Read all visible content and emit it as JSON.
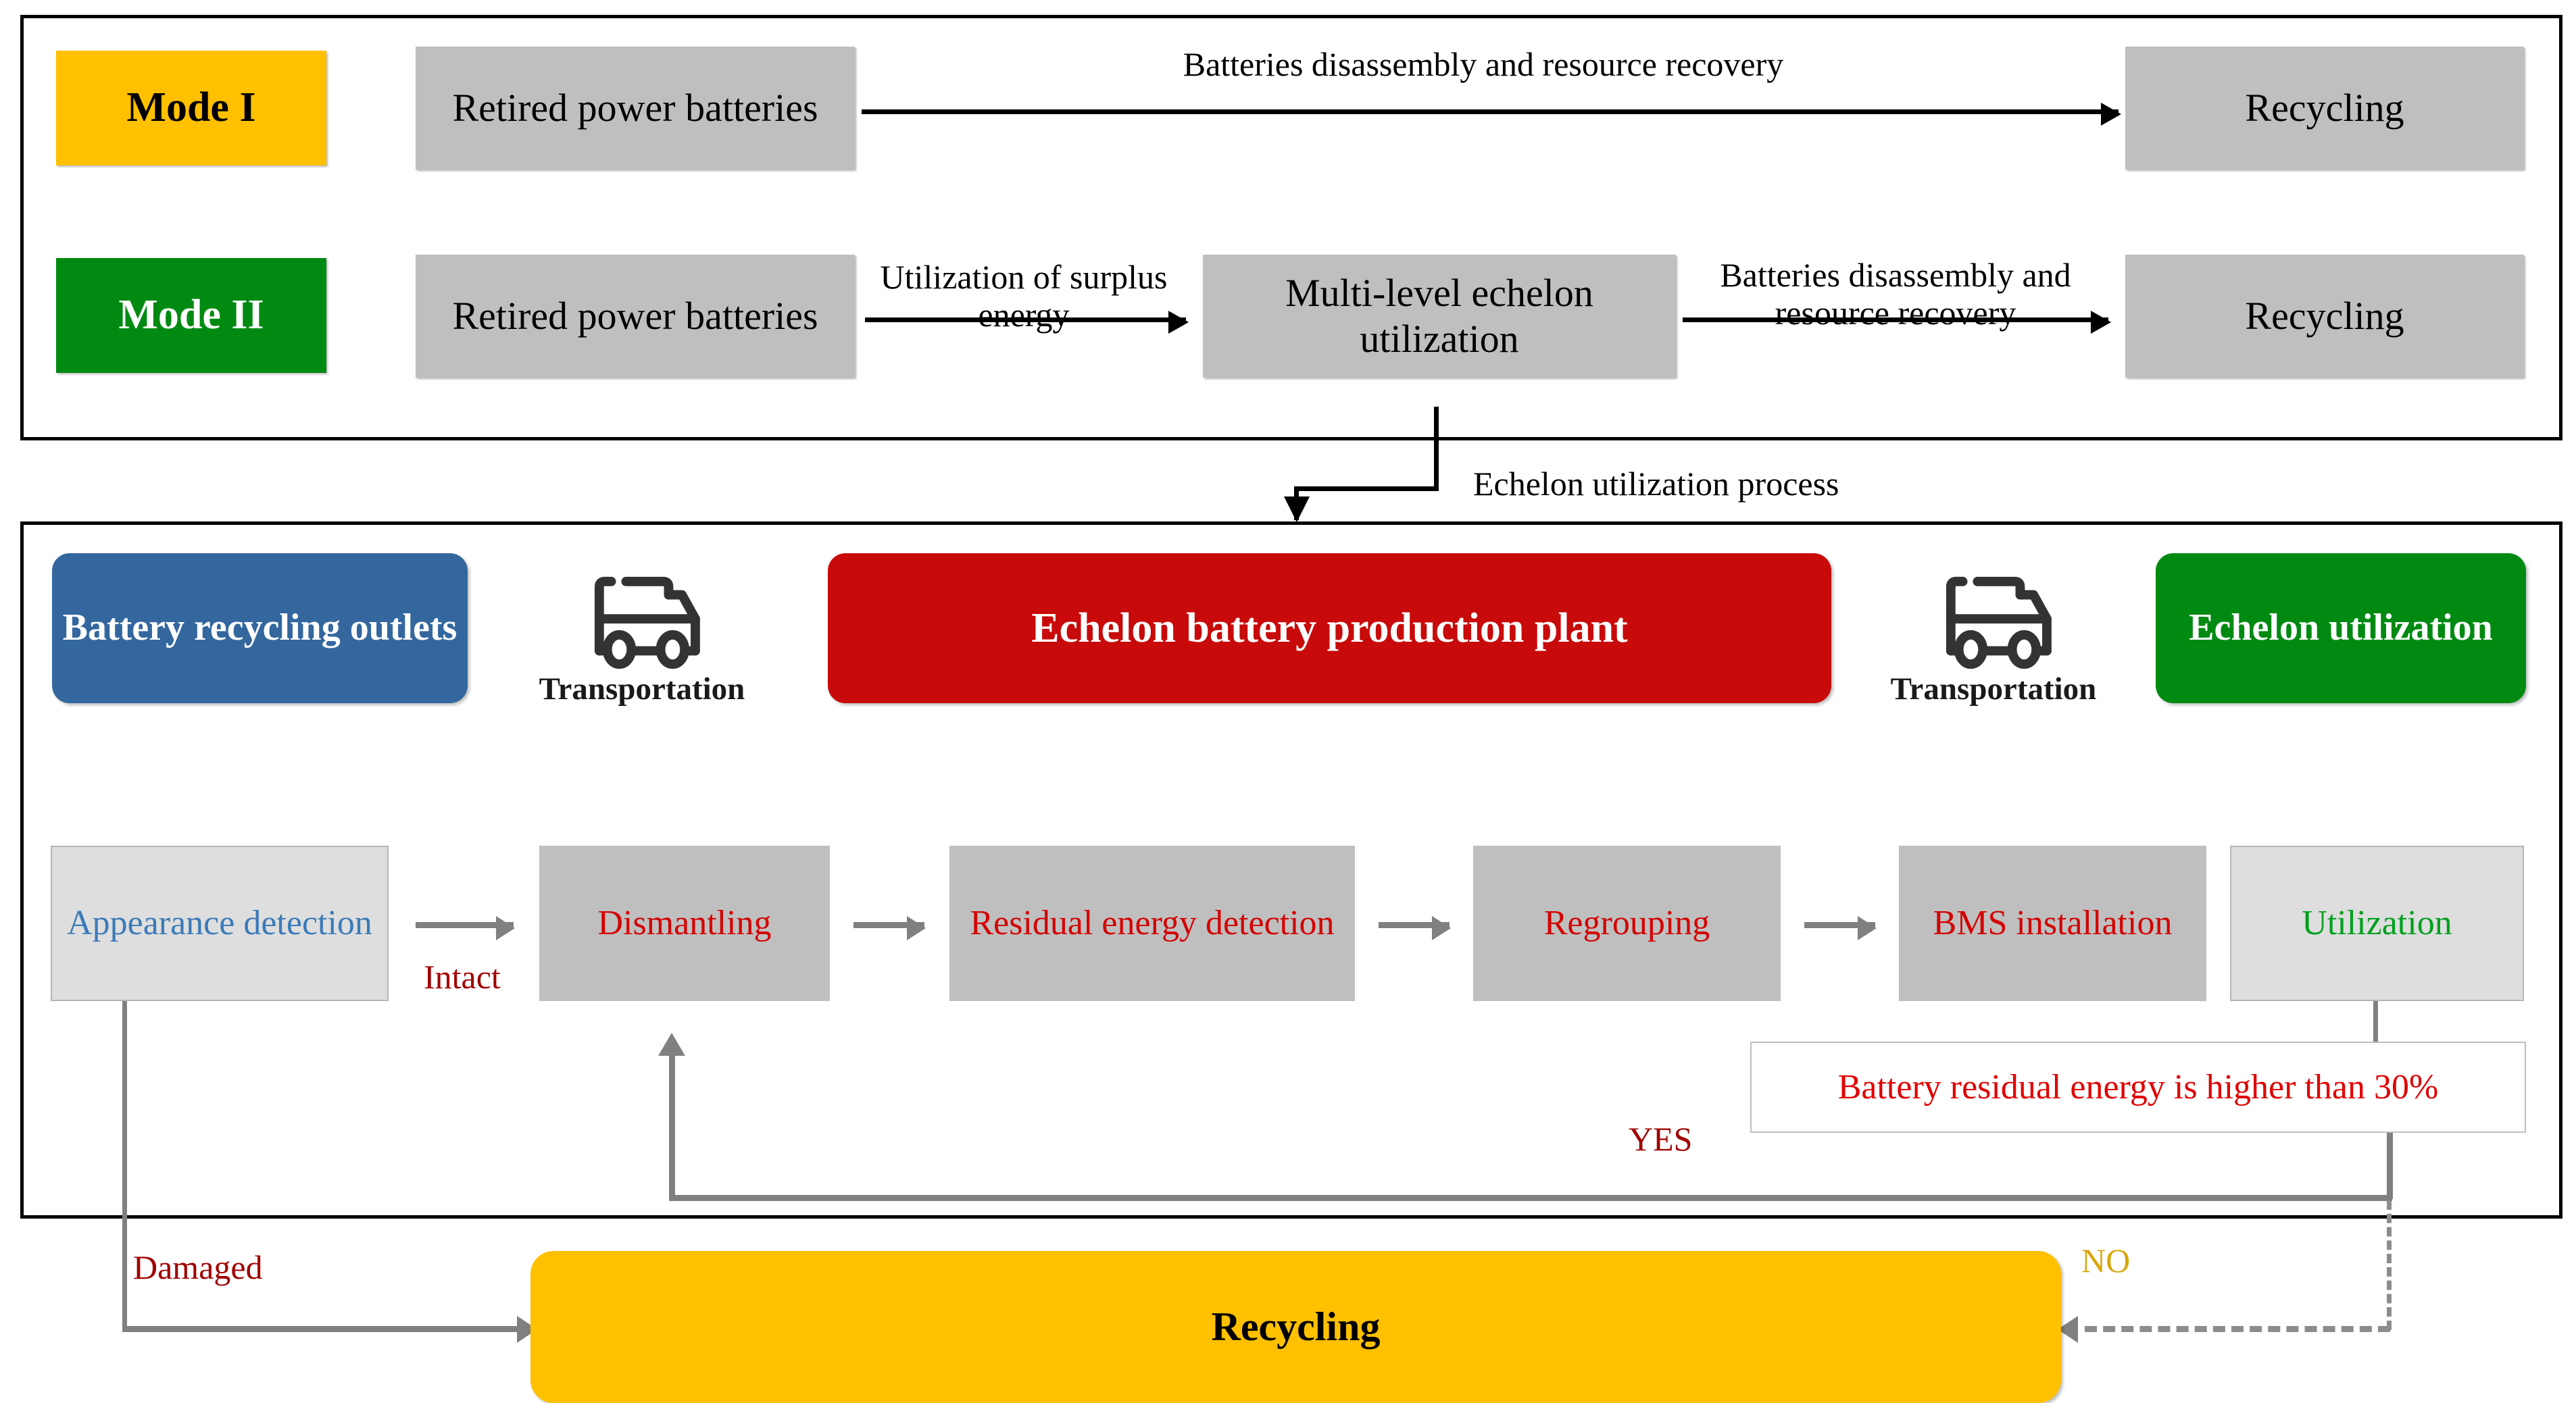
{
  "colors": {
    "amber": "#FFC000",
    "green": "#008A12",
    "blue": "#33679E",
    "red": "#C80A0A",
    "gray_box": "#BFBFBF",
    "gray_light": "#DEDEDE",
    "arrow_gray": "#808080",
    "text_red": "#D40000",
    "text_blue": "#3B7BB8",
    "text_green": "#00A01E",
    "label_dark_red": "#A00000",
    "label_yellow": "#D8A70A",
    "black": "#000000"
  },
  "mode_panel": {
    "mode1": {
      "tag": "Mode I",
      "source_box": "Retired power batteries",
      "arrow_label": "Batteries disassembly and resource recovery",
      "target_box": "Recycling"
    },
    "mode2": {
      "tag": "Mode II",
      "source_box": "Retired power batteries",
      "arrow1_label": "Utilization of surplus energy",
      "middle_box": "Multi-level echelon utilization",
      "arrow2_label": "Batteries disassembly and resource recovery",
      "target_box": "Recycling"
    }
  },
  "connector": {
    "label": "Echelon utilization process"
  },
  "echelon_panel": {
    "header": {
      "outlet_chip": "Battery recycling outlets",
      "transport_left": "Transportation",
      "plant_chip": "Echelon battery production plant",
      "transport_right": "Transportation",
      "utilization_chip": "Echelon utilization",
      "truck_icon": "delivery-truck-icon"
    },
    "process_steps": [
      {
        "id": "appearance-detection",
        "label": "Appearance detection",
        "style": "light",
        "text_color": "#3B7BB8"
      },
      {
        "id": "dismantling",
        "label": "Dismantling",
        "style": "dark",
        "text_color": "#D40000"
      },
      {
        "id": "residual-energy-detection",
        "label": "Residual energy detection",
        "style": "dark",
        "text_color": "#D40000"
      },
      {
        "id": "regrouping",
        "label": "Regrouping",
        "style": "dark",
        "text_color": "#D40000"
      },
      {
        "id": "bms-installation",
        "label": "BMS installation",
        "style": "dark",
        "text_color": "#D40000"
      },
      {
        "id": "utilization",
        "label": "Utilization",
        "style": "light",
        "text_color": "#00A01E"
      }
    ],
    "edge_labels": {
      "intact": "Intact",
      "damaged": "Damaged",
      "yes": "YES",
      "no": "NO"
    },
    "condition": "Battery residual energy is higher than 30%",
    "recycling_pill": "Recycling"
  }
}
